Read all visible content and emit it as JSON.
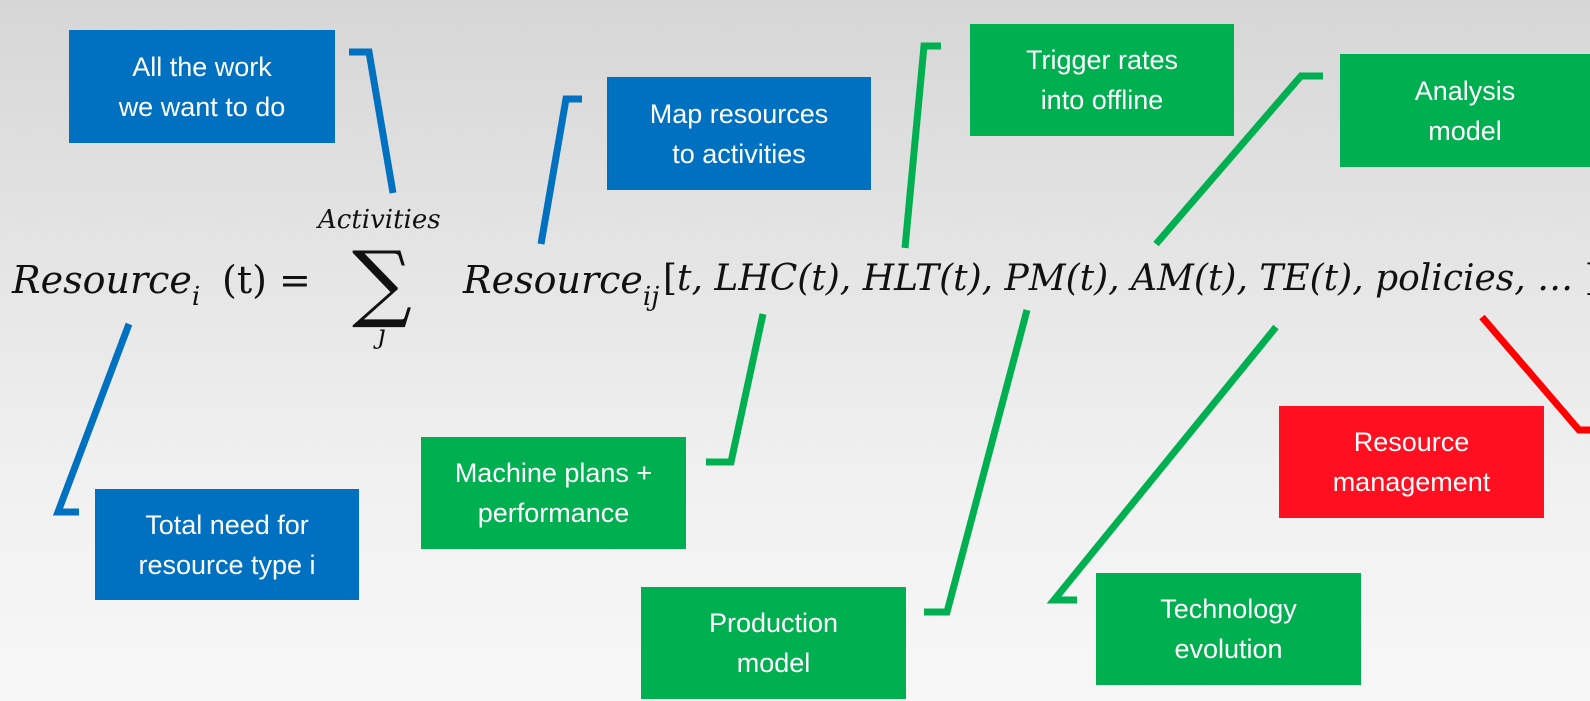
{
  "boxes": {
    "all_work": "All the work\nwe want  to do",
    "map_resources": "Map resources\nto activities",
    "trigger_rates": "Trigger rates\ninto offline",
    "analysis_model": "Analysis\nmodel",
    "total_need": "Total need for\nresource type i",
    "machine_plans": "Machine plans +\nperformance",
    "production_model": "Production\nmodel",
    "technology_evolution": "Technology\nevolution",
    "resource_management": "Resource\nmanagement"
  },
  "equation": {
    "lhs_base": "Resource",
    "lhs_sub": "i",
    "lhs_arg": "(t) =",
    "sum_upper": "Activities",
    "sum_symbol": "∑",
    "sum_lower": "j",
    "rhs_base": "Resource",
    "rhs_sub": "ij",
    "bracket_open": "[",
    "args": "t, LHC(t), HLT(t), PM(t), AM(t), TE(t), policies, … ",
    "bracket_close": "]"
  },
  "colors": {
    "blue": "#0070c0",
    "green": "#00b050",
    "red": "#ff0000"
  }
}
